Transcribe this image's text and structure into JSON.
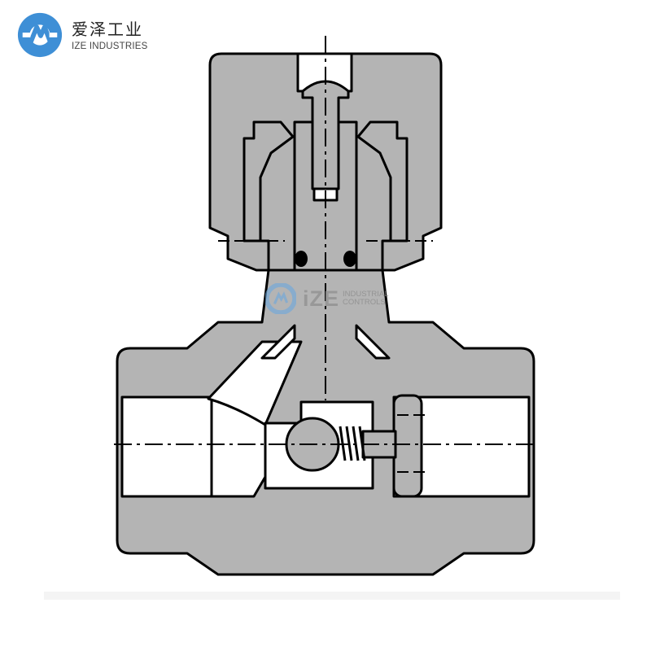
{
  "logo": {
    "icon": "ize-wrench-circle-icon",
    "name_cn": "爱泽工业",
    "name_en": "IZE INDUSTRIES",
    "brand_color": "#3e8fd6"
  },
  "watermark": {
    "icon": "ize-wrench-circle-icon",
    "mark": "iZE",
    "line1": "INDUSTRIAL",
    "line2": "CONTROLS",
    "color": "#8f8f8f"
  },
  "drawing": {
    "subject": "check valve cross-section",
    "fill_color": "#b4b4b4",
    "line_color": "#000000",
    "background": "#ffffff"
  }
}
